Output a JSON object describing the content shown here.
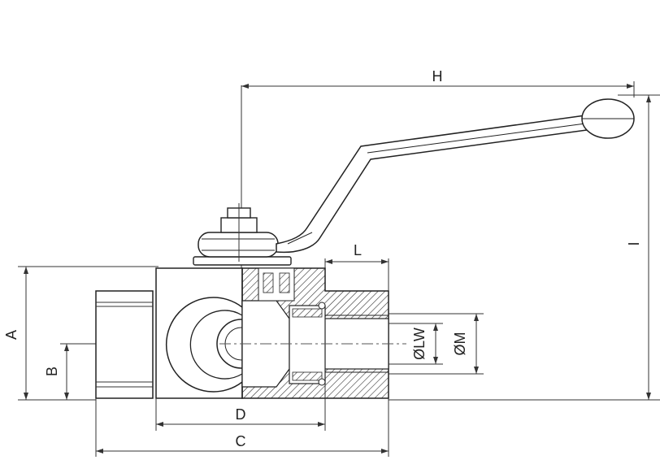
{
  "dimensions": {
    "H": "H",
    "I": "I",
    "A": "A",
    "B": "B",
    "L": "L",
    "D": "D",
    "C": "C",
    "LW": "ØLW",
    "M": "ØM"
  }
}
